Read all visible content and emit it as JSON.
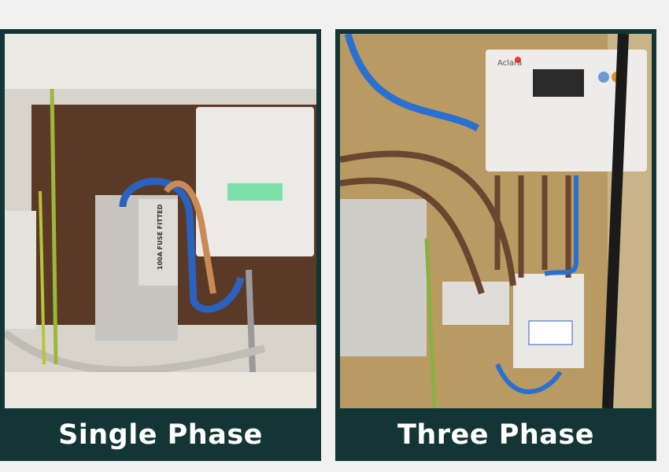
{
  "panels": [
    {
      "title": "Single Phase",
      "meter_text": "100A FUSE FITTED"
    },
    {
      "title": "Three Phase",
      "meter_brand": "Aclara"
    }
  ],
  "colors": {
    "background": "#f0f0f0",
    "panel": "#133535",
    "label": "#ffffff"
  }
}
